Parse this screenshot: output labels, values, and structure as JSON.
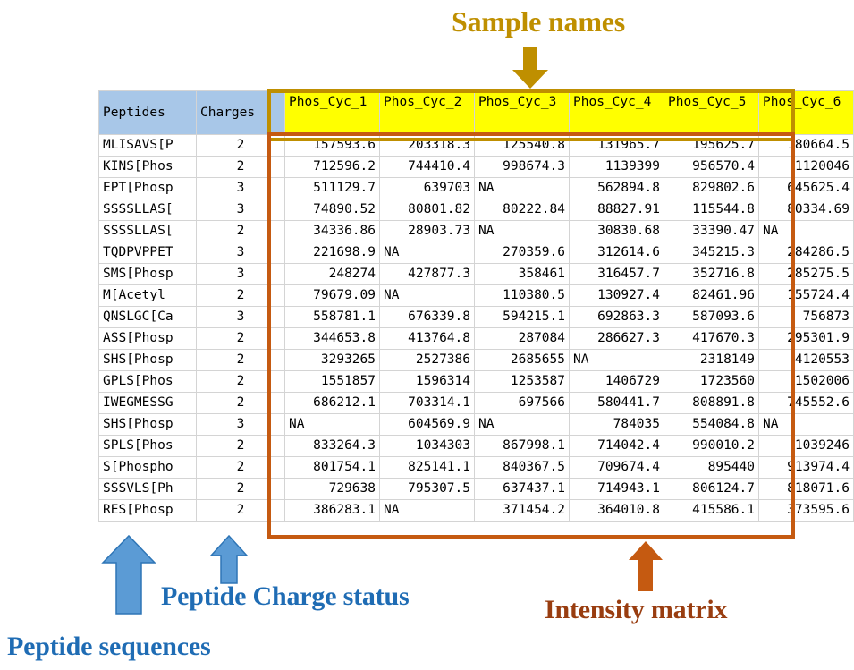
{
  "annotations": {
    "sample_names": {
      "label": "Sample names",
      "color": "#bf8f00",
      "arrow": "down-arrow"
    },
    "peptide_sequences": {
      "label": "Peptide sequences",
      "color": "#1f6cb4",
      "arrow": "up-arrow"
    },
    "peptide_charge_status": {
      "label": "Peptide Charge status",
      "color": "#1f6cb4",
      "arrow": "up-arrow"
    },
    "intensity_matrix": {
      "label": "Intensity matrix",
      "color": "#993d10",
      "arrow": "up-arrow"
    }
  },
  "table": {
    "header_fill_left": "#a8c7e8",
    "header_fill_samples": "#ffff00",
    "columns": [
      "Peptides",
      "Charges",
      "Phos_Cyc_1",
      "Phos_Cyc_2",
      "Phos_Cyc_3",
      "Phos_Cyc_4",
      "Phos_Cyc_5",
      "Phos_Cyc_6"
    ],
    "rows": [
      {
        "peptide": "MLISAVS[P",
        "charge": "2",
        "values": [
          "157593.6",
          "203318.3",
          "125540.8",
          "131965.7",
          "195625.7",
          "180664.5"
        ]
      },
      {
        "peptide": "KINS[Phos",
        "charge": "2",
        "values": [
          "712596.2",
          "744410.4",
          "998674.3",
          "1139399",
          "956570.4",
          "1120046"
        ]
      },
      {
        "peptide": "EPT[Phosp",
        "charge": "3",
        "values": [
          "511129.7",
          "639703",
          "NA",
          "562894.8",
          "829802.6",
          "645625.4"
        ]
      },
      {
        "peptide": "SSSSLLAS[",
        "charge": "3",
        "values": [
          "74890.52",
          "80801.82",
          "80222.84",
          "88827.91",
          "115544.8",
          "80334.69"
        ]
      },
      {
        "peptide": "SSSSLLAS[",
        "charge": "2",
        "values": [
          "34336.86",
          "28903.73",
          "NA",
          "30830.68",
          "33390.47",
          "NA"
        ]
      },
      {
        "peptide": "TQDPVPPET",
        "charge": "3",
        "values": [
          "221698.9",
          "NA",
          "270359.6",
          "312614.6",
          "345215.3",
          "284286.5"
        ]
      },
      {
        "peptide": "SMS[Phosp",
        "charge": "3",
        "values": [
          "248274",
          "427877.3",
          "358461",
          "316457.7",
          "352716.8",
          "285275.5"
        ]
      },
      {
        "peptide": "M[Acetyl",
        "charge": "2",
        "values": [
          "79679.09",
          "NA",
          "110380.5",
          "130927.4",
          "82461.96",
          "155724.4"
        ]
      },
      {
        "peptide": "QNSLGC[Ca",
        "charge": "3",
        "values": [
          "558781.1",
          "676339.8",
          "594215.1",
          "692863.3",
          "587093.6",
          "756873"
        ]
      },
      {
        "peptide": "ASS[Phosp",
        "charge": "2",
        "values": [
          "344653.8",
          "413764.8",
          "287084",
          "286627.3",
          "417670.3",
          "295301.9"
        ]
      },
      {
        "peptide": "SHS[Phosp",
        "charge": "2",
        "values": [
          "3293265",
          "2527386",
          "2685655",
          "NA",
          "2318149",
          "4120553"
        ]
      },
      {
        "peptide": "GPLS[Phos",
        "charge": "2",
        "values": [
          "1551857",
          "1596314",
          "1253587",
          "1406729",
          "1723560",
          "1502006"
        ]
      },
      {
        "peptide": "IWEGMESSG",
        "charge": "2",
        "values": [
          "686212.1",
          "703314.1",
          "697566",
          "580441.7",
          "808891.8",
          "745552.6"
        ]
      },
      {
        "peptide": "SHS[Phosp",
        "charge": "3",
        "values": [
          "NA",
          "604569.9",
          "NA",
          "784035",
          "554084.8",
          "NA"
        ]
      },
      {
        "peptide": "SPLS[Phos",
        "charge": "2",
        "values": [
          "833264.3",
          "1034303",
          "867998.1",
          "714042.4",
          "990010.2",
          "1039246"
        ]
      },
      {
        "peptide": "S[Phospho",
        "charge": "2",
        "values": [
          "801754.1",
          "825141.1",
          "840367.5",
          "709674.4",
          "895440",
          "913974.4"
        ]
      },
      {
        "peptide": "SSSVLS[Ph",
        "charge": "2",
        "values": [
          "729638",
          "795307.5",
          "637437.1",
          "714943.1",
          "806124.7",
          "818071.6"
        ]
      },
      {
        "peptide": "RES[Phosp",
        "charge": "2",
        "values": [
          "386283.1",
          "NA",
          "371454.2",
          "364010.8",
          "415586.1",
          "373595.6"
        ]
      }
    ]
  }
}
